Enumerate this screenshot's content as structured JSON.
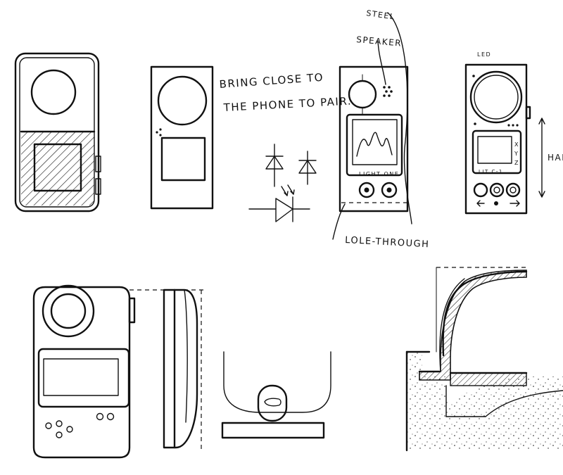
{
  "annotations": {
    "pairing_line1": "BRING CLOSE TO",
    "pairing_line2": "THE PHONE TO PAIR.",
    "steel": "STEEL",
    "speaker": "SPEAKER",
    "lole_through": "LOLE-THROUGH",
    "light_one_a": "LIGHT ONE",
    "light_one_b": "LIT C-1",
    "led": "LED",
    "hand_scale": "HAND",
    "axis_x": "X",
    "axis_y": "Y",
    "axis_z": "Z"
  },
  "colors": {
    "ink": "#111111",
    "paper": "#ffffff"
  },
  "icons": [
    "diode-symbol",
    "photodiode-symbol",
    "arrow-left",
    "arrow-right"
  ]
}
